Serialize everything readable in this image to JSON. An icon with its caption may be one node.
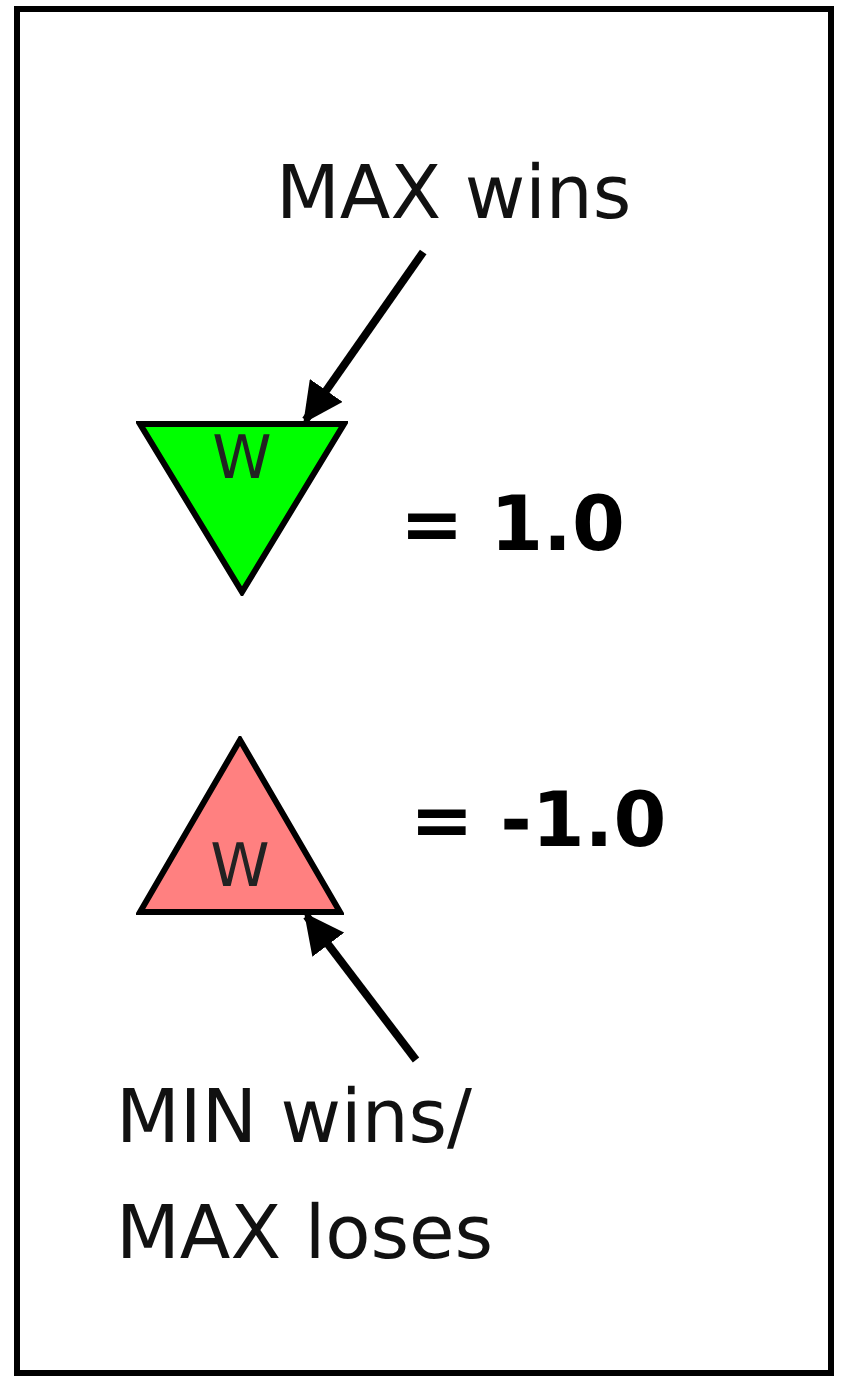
{
  "diagram": {
    "nodes": [
      {
        "text": [
          "MAX wins"
        ]
      },
      {
        "text": [
          "W"
        ],
        "beside": [
          "= 1.0"
        ]
      },
      {
        "text": [
          "W"
        ],
        "beside": [
          "= -1.0"
        ]
      },
      {
        "text": [
          "MIN wins/ MAX loses"
        ]
      }
    ],
    "edges": [
      {
        "from": 0,
        "to": 1,
        "arrow": "to"
      },
      {
        "from": 3,
        "to": 2,
        "arrow": "to"
      }
    ]
  }
}
